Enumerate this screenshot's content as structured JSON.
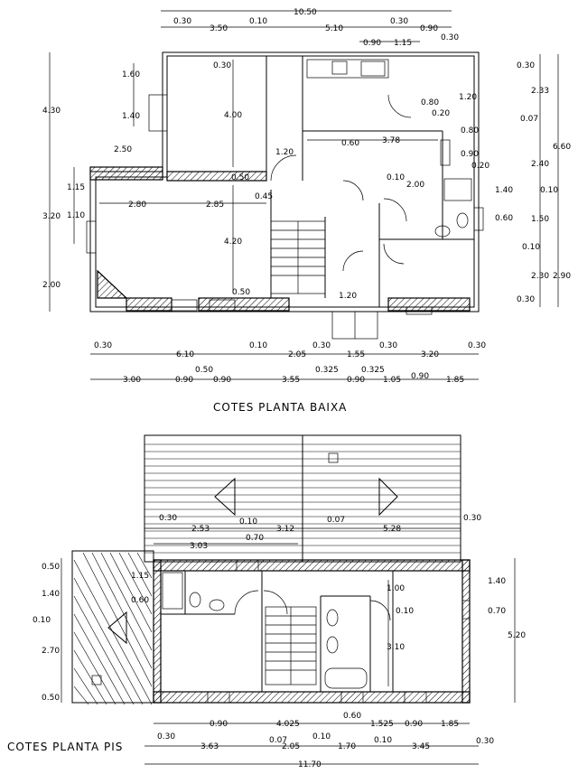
{
  "titles": {
    "ground": "COTES PLANTA BAIXA",
    "upper": "COTES PLANTA PIS"
  },
  "ground": {
    "top_total": "10.50",
    "top_parts": [
      "0.30",
      "3.50",
      "0.10",
      "5.10",
      "0.30",
      "0.90",
      "0.30"
    ],
    "top_small": [
      "0.90",
      "1.15"
    ],
    "left_outer": [
      "4.30",
      "3.20",
      "2.00"
    ],
    "left_inner": [
      "1.60",
      "1.40",
      "1.15",
      "1.10"
    ],
    "interior": [
      "0.30",
      "4.00",
      "2.50",
      "1.20",
      "0.50",
      "0.45",
      "2.80",
      "2.85",
      "4.20",
      "0.50",
      "0.60",
      "3.78",
      "0.10",
      "2.00",
      "1.20",
      "0.80",
      "0.20",
      "1.20",
      "0.80",
      "0.90",
      "0.20"
    ],
    "right_a": [
      "0.30",
      "2.33",
      "0.07",
      "2.40",
      "0.10",
      "1.50",
      "0.10",
      "2.30",
      "0.30"
    ],
    "right_b": [
      "6.60",
      "2.90"
    ],
    "right_c": [
      "1.40",
      "0.60"
    ],
    "bottom_row1": [
      "0.30",
      "6.10",
      "0.10",
      "2.05",
      "0.30",
      "1.55",
      "0.30",
      "3.20",
      "0.30"
    ],
    "bottom_row2": [
      "3.00",
      "0.90",
      "0.50",
      "0.90",
      "3.55",
      "0.325",
      "0.90",
      "0.325",
      "1.05",
      "0.90",
      "1.85"
    ]
  },
  "upper": {
    "roof_row": [
      "0.30",
      "2.53",
      "0.10",
      "3.12",
      "0.07",
      "5.28",
      "0.30"
    ],
    "roof_row2": [
      "3.03",
      "0.70"
    ],
    "left": [
      "0.50",
      "1.40",
      "0.10",
      "2.70",
      "0.50"
    ],
    "interior": [
      "1.15",
      "0.60",
      "1.00",
      "0.10",
      "3.10"
    ],
    "right": [
      "1.40",
      "0.70",
      "5.20"
    ],
    "bottom_row1": [
      "0.60",
      "0.90",
      "4.025",
      "1.525",
      "0.90",
      "1.85"
    ],
    "bottom_row2": [
      "0.30",
      "3.63",
      "0.07",
      "2.05",
      "0.10",
      "1.70",
      "0.10",
      "3.45",
      "0.30"
    ],
    "bottom_total": "11.70"
  }
}
